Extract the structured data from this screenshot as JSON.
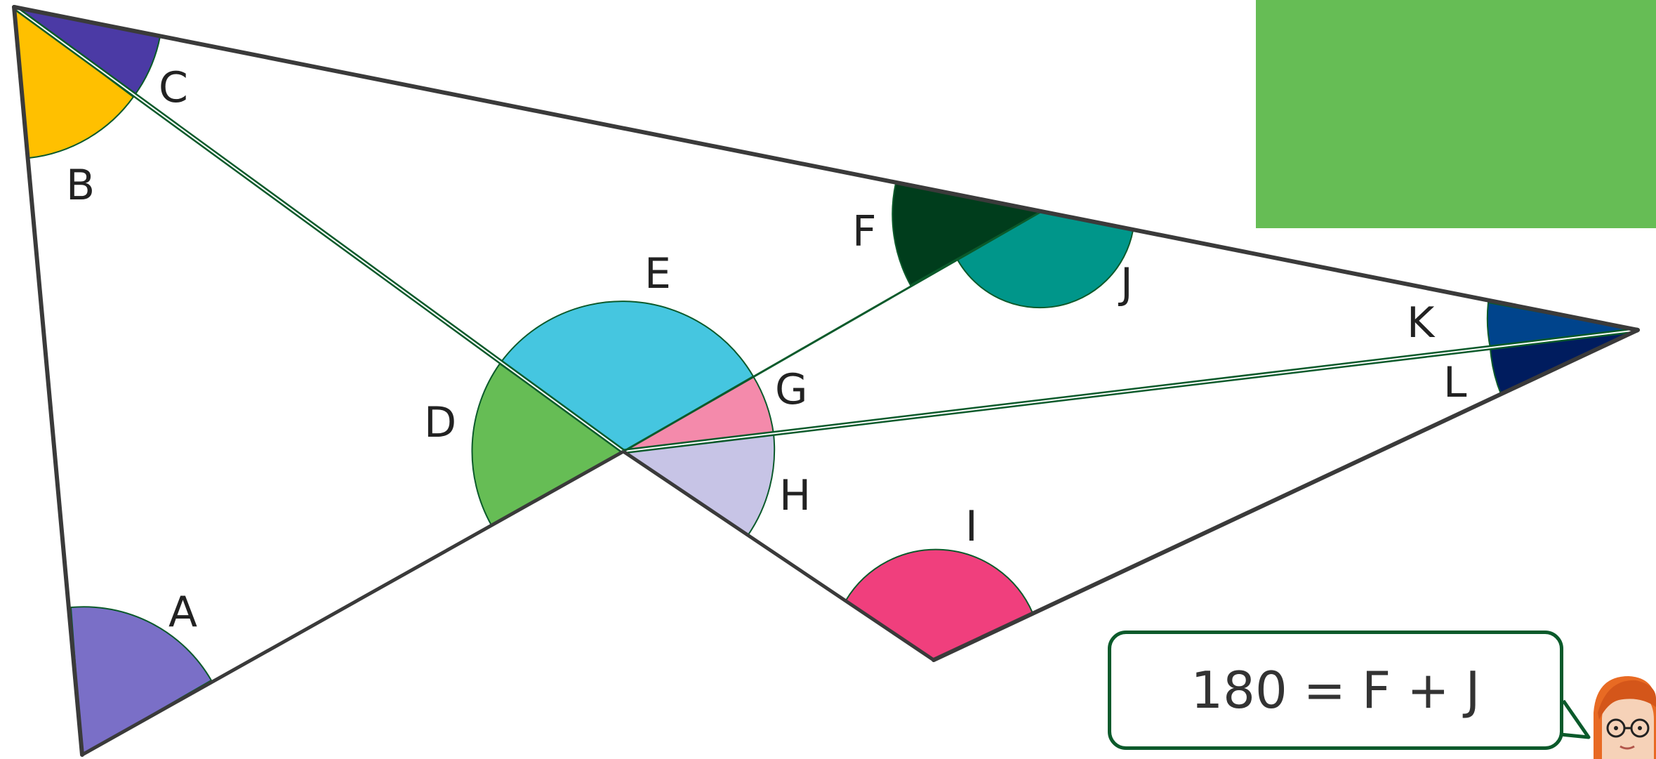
{
  "diagram": {
    "angle_labels": {
      "A": "A",
      "B": "B",
      "C": "C",
      "D": "D",
      "E": "E",
      "F": "F",
      "G": "G",
      "H": "H",
      "I": "I",
      "J": "J",
      "K": "K",
      "L": "L"
    },
    "equation": "180 = F + J",
    "colors": {
      "A": "#7a6fc7",
      "B": "#ffc000",
      "C": "#4b3aa5",
      "D": "#66bd55",
      "E": "#45c6e0",
      "F": "#003d1c",
      "G": "#f48aab",
      "H": "#c7c4e6",
      "I": "#f03f7d",
      "J": "#00968a",
      "K": "#00448c",
      "L": "#001c5e",
      "cover_box": "#66bd55",
      "bubble_border": "#0b5a2b",
      "line": "#3a3a3a"
    }
  }
}
